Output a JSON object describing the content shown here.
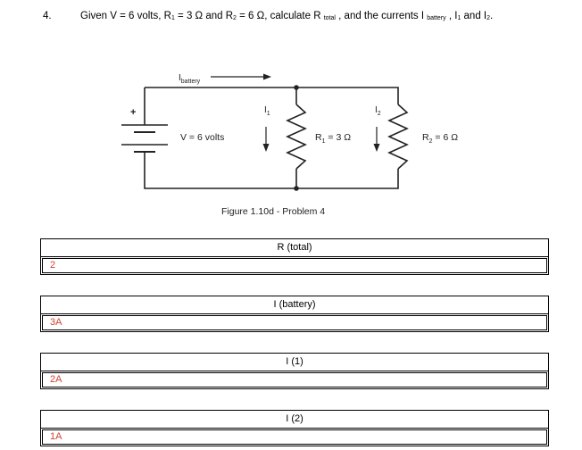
{
  "question": {
    "number": "4.",
    "parts": {
      "p1": "Given V = 6 volts, R",
      "s1": "1",
      "p2": " = 3 Ω and R",
      "s2": "2",
      "p3": " = 6 Ω, calculate R ",
      "s3": "total",
      "p4": " , and the currents I ",
      "s4": "battery",
      "p5": " , I",
      "s5": "1",
      "p6": " and I",
      "s6": "2",
      "p7": "."
    }
  },
  "figure": {
    "ibattery_main": "I",
    "ibattery_sub": "battery",
    "plus": "+",
    "voltage": "V = 6 volts",
    "i1_main": "I",
    "i1_sub": "1",
    "i2_main": "I",
    "i2_sub": "2",
    "r1_main": "R",
    "r1_sub": "1",
    "r1_val": " = 3 Ω",
    "r2_main": "R",
    "r2_sub": "2",
    "r2_val": " = 6 Ω",
    "caption": "Figure 1.10d - Problem 4"
  },
  "answers": [
    {
      "label": "R (total)",
      "value": "2"
    },
    {
      "label": "I (battery)",
      "value": "3A"
    },
    {
      "label": "I (1)",
      "value": "2A"
    },
    {
      "label": "I (2)",
      "value": "1A"
    }
  ],
  "colors": {
    "answer_text": "#d0432f"
  }
}
